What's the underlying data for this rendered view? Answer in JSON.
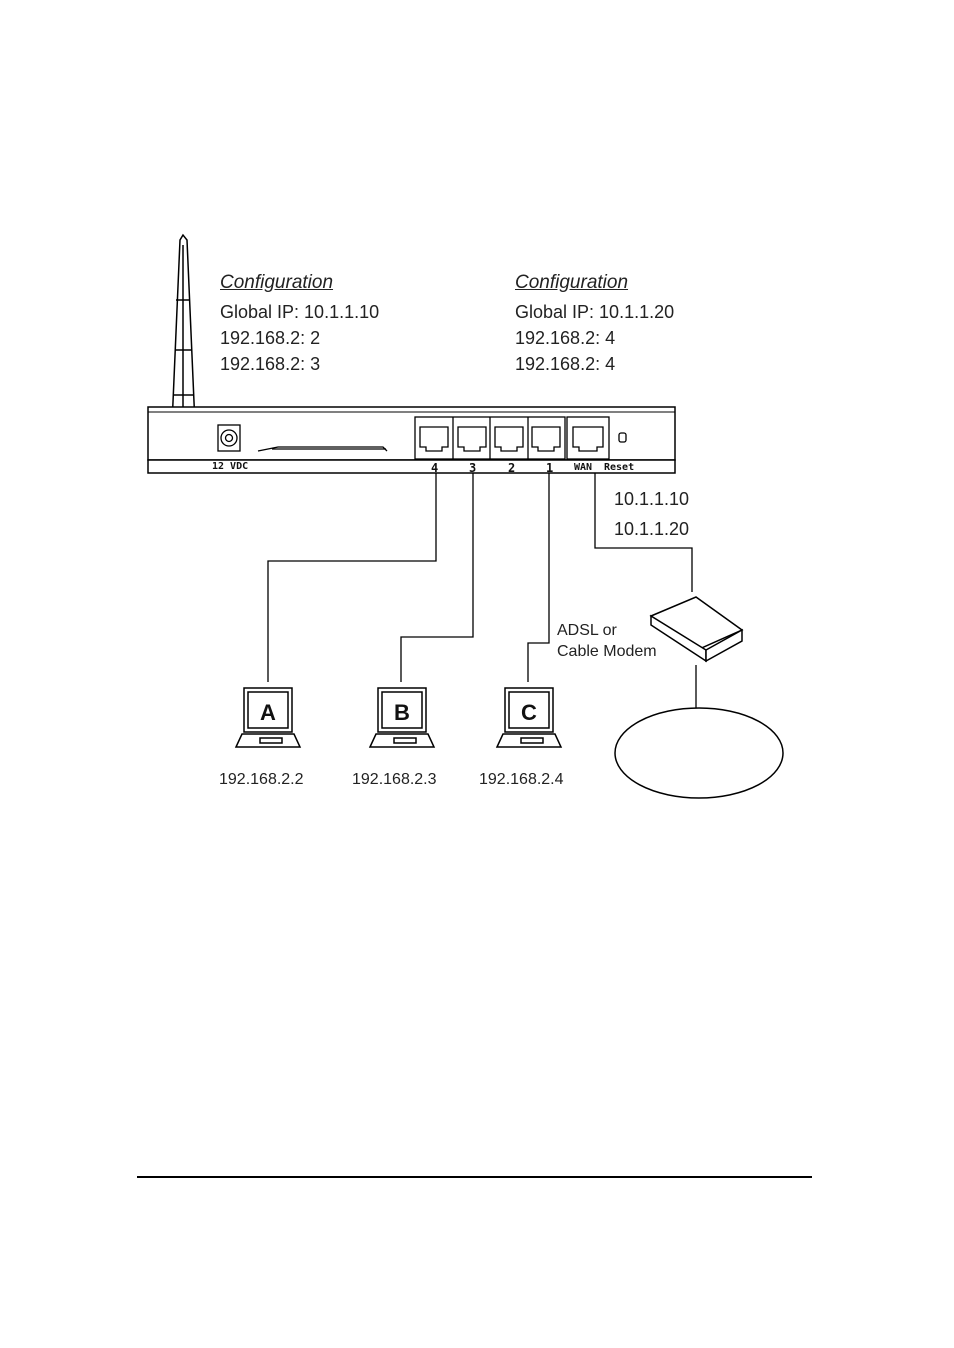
{
  "config_left": {
    "title": "Configuration",
    "lines": [
      "Global IP: 10.1.1.10",
      "192.168.2: 2",
      "192.168.2: 3"
    ]
  },
  "config_right": {
    "title": "Configuration",
    "lines": [
      "Global IP: 10.1.1.20",
      "192.168.2: 4",
      "192.168.2: 4"
    ]
  },
  "router": {
    "power_label": "12 VDC",
    "ports": [
      "4",
      "3",
      "2",
      "1"
    ],
    "wan_label": "WAN",
    "reset_label": "Reset"
  },
  "wan_ips": [
    "10.1.1.10",
    "10.1.1.20"
  ],
  "modem_label": [
    "ADSL or",
    "Cable Modem"
  ],
  "computers": [
    {
      "letter": "A",
      "ip": "192.168.2.2"
    },
    {
      "letter": "B",
      "ip": "192.168.2.3"
    },
    {
      "letter": "C",
      "ip": "192.168.2.4"
    }
  ]
}
